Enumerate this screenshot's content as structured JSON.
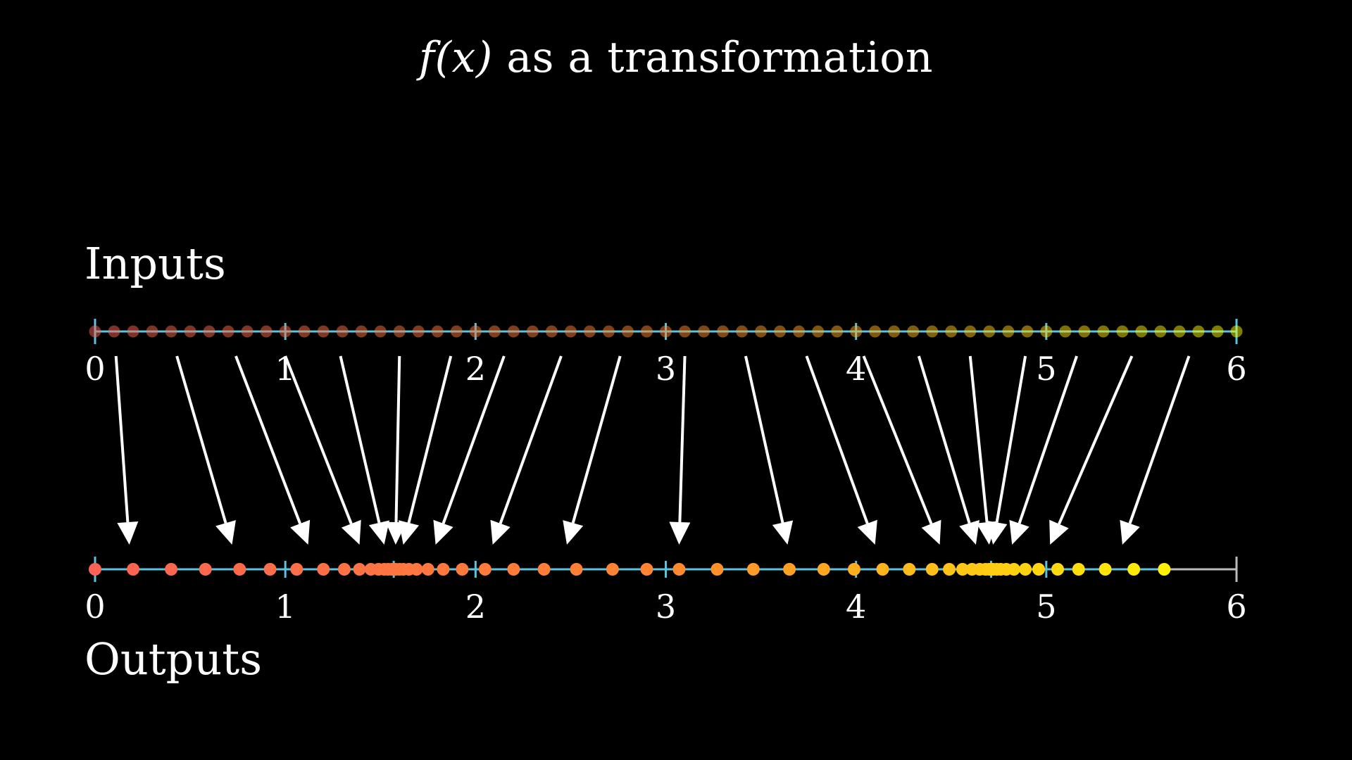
{
  "title": {
    "function": "f(x)",
    "rest": " as a transformation"
  },
  "labels": {
    "inputs": "Inputs",
    "outputs": "Outputs"
  },
  "colors": {
    "background": "#000000",
    "axis": "#58c4dd",
    "axis_end": "#bbbbbb",
    "text": "#ffffff",
    "arrow": "#ffffff",
    "gradient_start": "#fc6255",
    "gradient_mid": "#ff862f",
    "gradient_end": "#ffff00"
  },
  "chart_data": {
    "type": "scatter",
    "axis_range": [
      0,
      6
    ],
    "input_axis": {
      "tick_labels": [
        "0",
        "1",
        "2",
        "3",
        "4",
        "5",
        "6"
      ],
      "tick_values": [
        0,
        1,
        2,
        3,
        4,
        5,
        6
      ],
      "dot_spacing": 0.1,
      "dot_count": 61
    },
    "output_axis": {
      "tick_labels": [
        "0",
        "1",
        "2",
        "3",
        "4",
        "5",
        "6"
      ],
      "tick_values": [
        0,
        1,
        2,
        3,
        4,
        5,
        6
      ],
      "extra_ticks": [
        1.57,
        4.71
      ]
    },
    "output_dots": [
      0.0,
      0.2,
      0.4,
      0.58,
      0.76,
      0.92,
      1.06,
      1.2,
      1.31,
      1.39,
      1.45,
      1.49,
      1.52,
      1.54,
      1.56,
      1.57,
      1.58,
      1.6,
      1.62,
      1.65,
      1.69,
      1.75,
      1.83,
      1.93,
      2.05,
      2.2,
      2.36,
      2.53,
      2.72,
      2.9,
      3.07,
      3.27,
      3.46,
      3.65,
      3.83,
      3.99,
      4.14,
      4.28,
      4.4,
      4.49,
      4.56,
      4.61,
      4.65,
      4.68,
      4.7,
      4.71,
      4.72,
      4.74,
      4.76,
      4.79,
      4.83,
      4.89,
      4.96,
      5.06,
      5.17,
      5.31,
      5.46,
      5.62
    ],
    "arrows": [
      {
        "from": 0.11,
        "to": 0.18
      },
      {
        "from": 0.43,
        "to": 0.72
      },
      {
        "from": 0.74,
        "to": 1.12
      },
      {
        "from": 1.0,
        "to": 1.39
      },
      {
        "from": 1.29,
        "to": 1.52
      },
      {
        "from": 1.6,
        "to": 1.58
      },
      {
        "from": 1.87,
        "to": 1.62
      },
      {
        "from": 2.15,
        "to": 1.79
      },
      {
        "from": 2.45,
        "to": 2.09
      },
      {
        "from": 2.76,
        "to": 2.48
      },
      {
        "from": 3.1,
        "to": 3.07
      },
      {
        "from": 3.42,
        "to": 3.64
      },
      {
        "from": 3.74,
        "to": 4.1
      },
      {
        "from": 4.04,
        "to": 4.44
      },
      {
        "from": 4.33,
        "to": 4.63
      },
      {
        "from": 4.6,
        "to": 4.7
      },
      {
        "from": 4.89,
        "to": 4.72
      },
      {
        "from": 5.16,
        "to": 4.82
      },
      {
        "from": 5.45,
        "to": 5.02
      },
      {
        "from": 5.75,
        "to": 5.4
      }
    ]
  }
}
